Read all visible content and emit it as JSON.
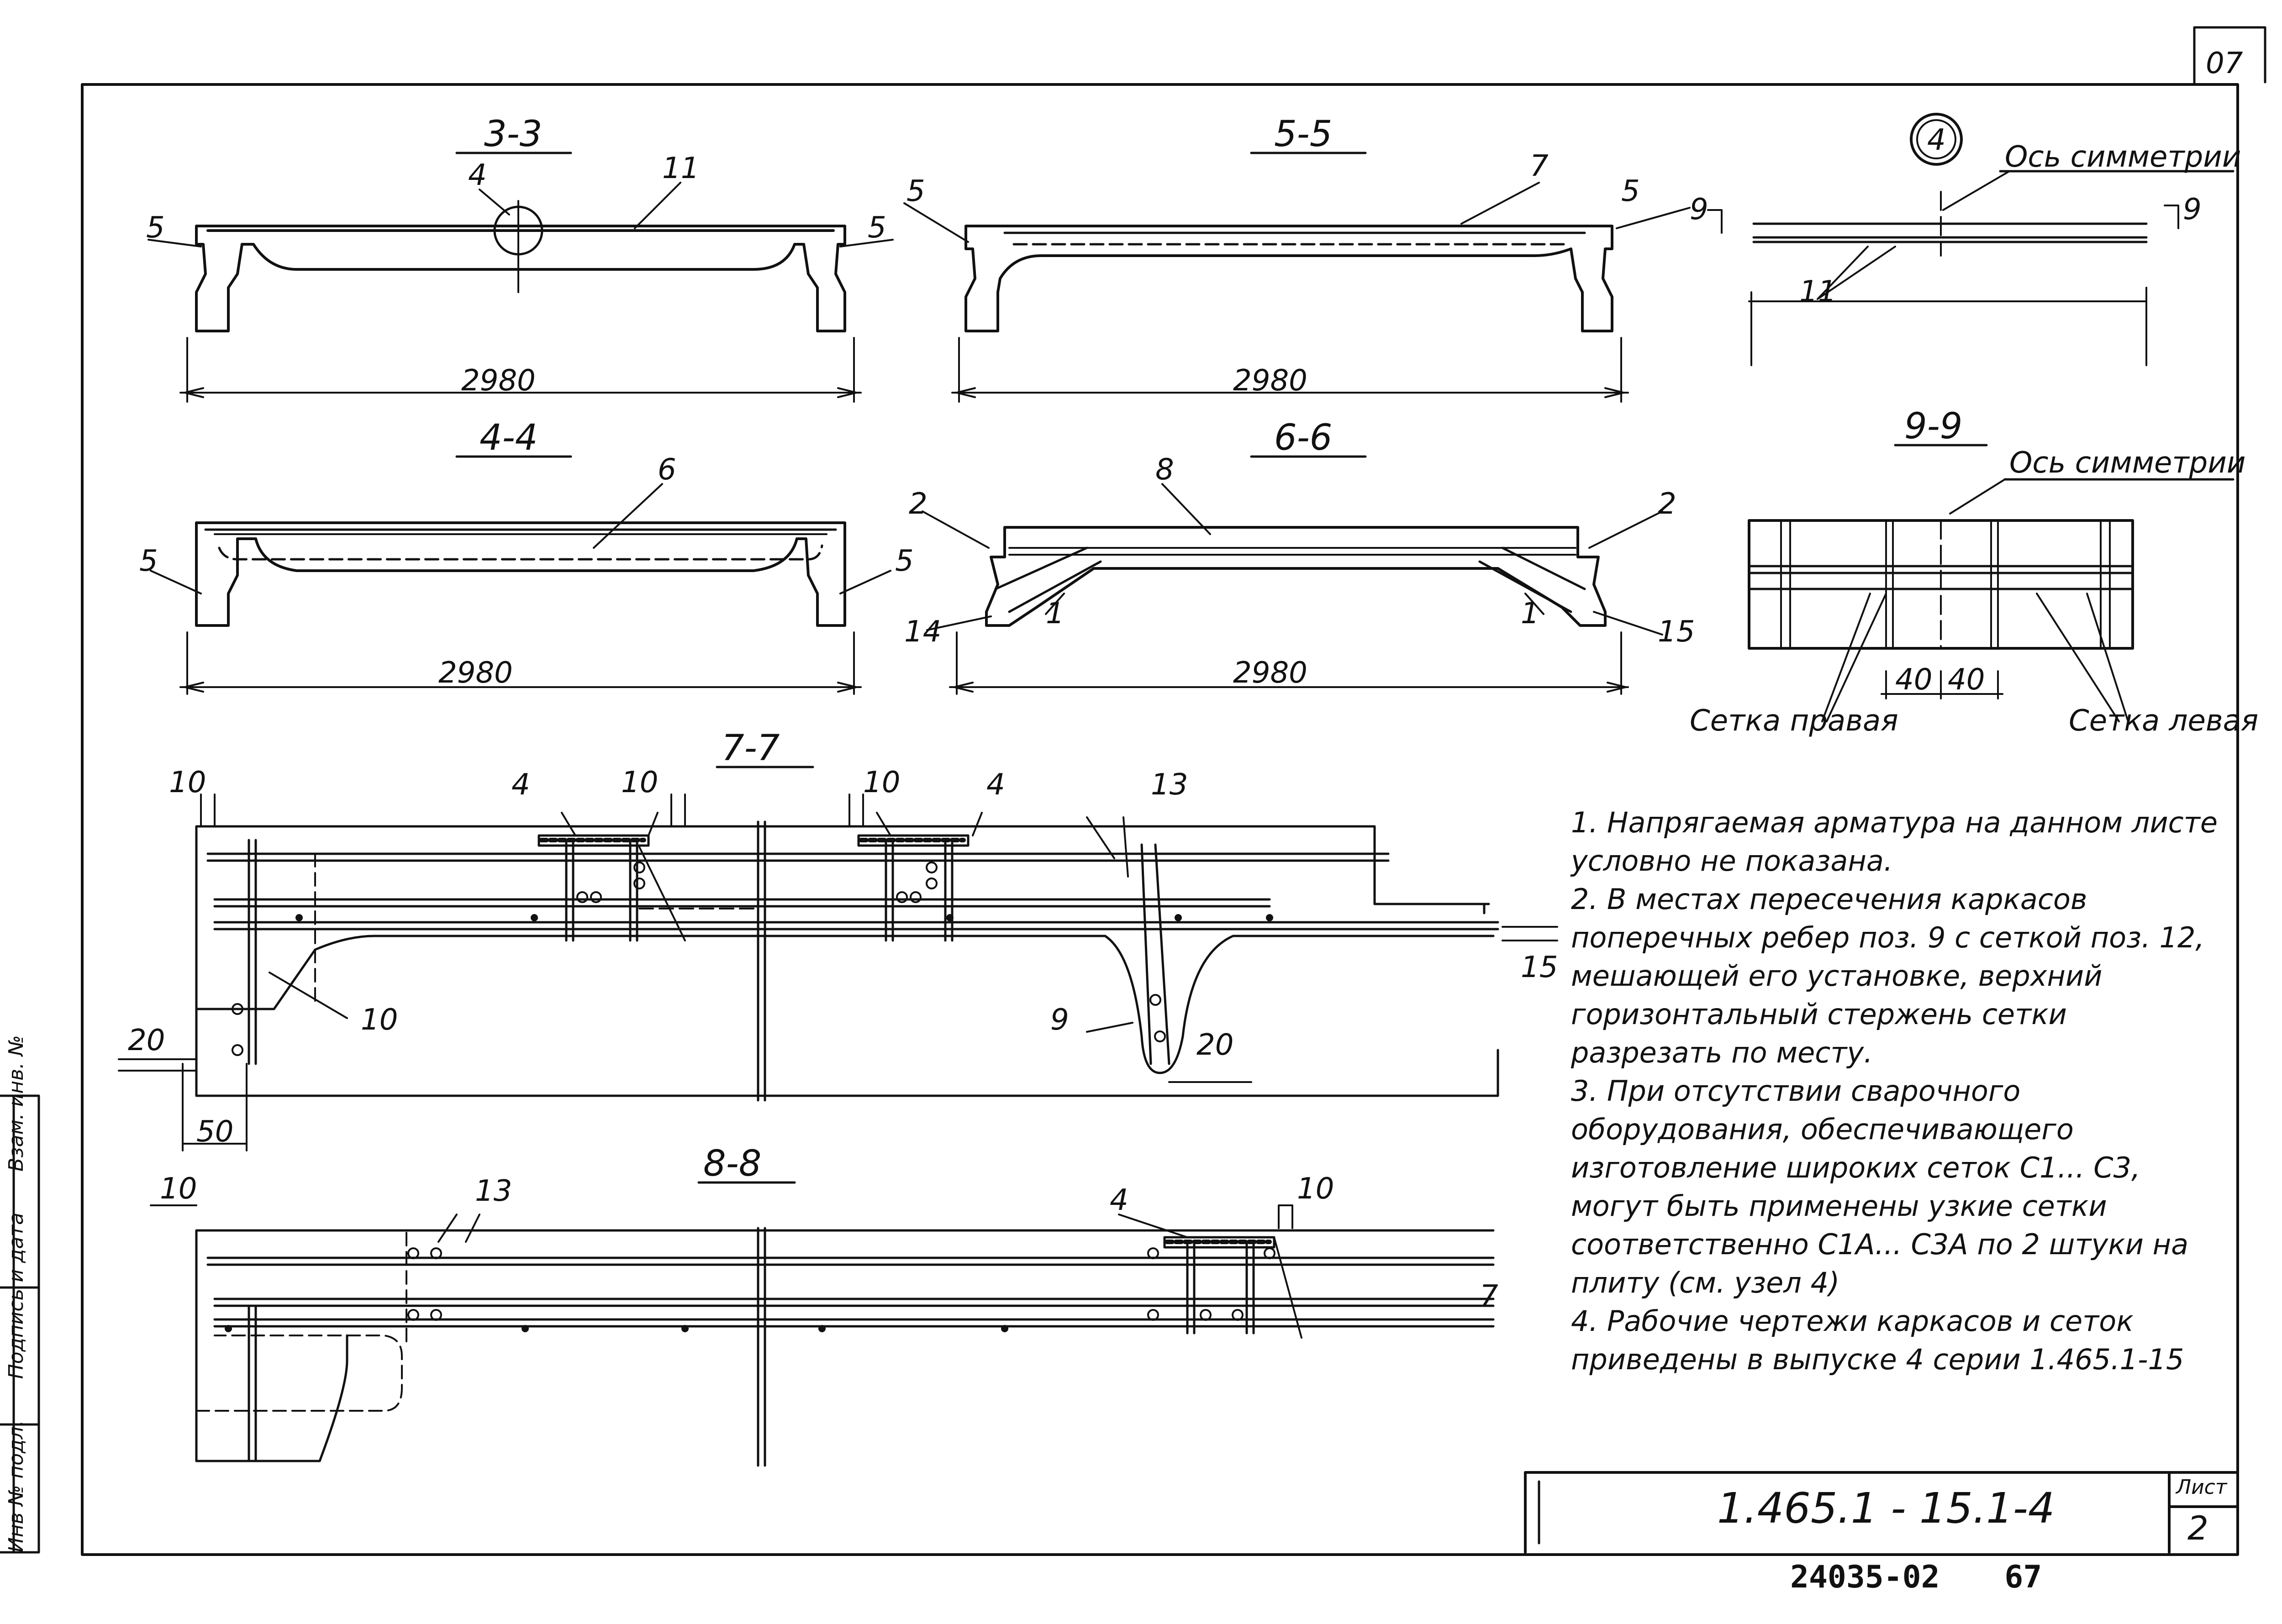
{
  "corner_mark": "07",
  "sections": {
    "s33": {
      "title": "3-3",
      "dim": "2980",
      "callouts": [
        "5",
        "4",
        "11",
        "5"
      ]
    },
    "s55": {
      "title": "5-5",
      "dim": "2980",
      "callouts": [
        "5",
        "7",
        "5"
      ]
    },
    "s44": {
      "title": "4-4",
      "dim": "2980",
      "callouts": [
        "5",
        "6",
        "5"
      ]
    },
    "s66": {
      "title": "6-6",
      "dim": "2980",
      "callouts": [
        "2",
        "8",
        "2",
        "14",
        "1",
        "1",
        "15"
      ]
    },
    "node4": {
      "number": "4",
      "axis_label": "Ось симметрии",
      "cut_left": "9",
      "cut_right": "9",
      "callout": "11"
    },
    "s99": {
      "title": "9-9",
      "axis_label": "Ось симметрии",
      "dim_left": "40",
      "dim_right": "40",
      "mesh_right_label": "Сетка правая",
      "mesh_left_label": "Сетка левая"
    },
    "s77": {
      "title": "7-7",
      "dims": [
        "10",
        "10",
        "10",
        "20",
        "50",
        "20",
        "15"
      ],
      "callouts": [
        "4",
        "4",
        "13",
        "10",
        "9"
      ]
    },
    "s88": {
      "title": "8-8",
      "dims": [
        "10",
        "10"
      ],
      "callouts": [
        "13",
        "4",
        "7"
      ]
    }
  },
  "notes": [
    "1. Напрягаемая арматура на данном листе",
    "условно не показана.",
    "2. В местах пересечения каркасов поперечных ребер поз. 9 с сеткой поз. 12, мешающей его установке, верхний горизонтальный стержень сетки разрезать по месту.",
    "3. При отсутствии сварочного оборудования, обеспечивающего изготовление широких сеток С1... С3, могут быть применены узкие сетки соответственно С1А... С3А по 2 штуки на плиту (см. узел 4)",
    "4. Рабочие чертежи каркасов и сеток приведены в выпуске 4 серии 1.465.1-15"
  ],
  "title_block": {
    "code": "1.465.1 - 15.1-4",
    "sheet_label": "Лист",
    "sheet_number": "2"
  },
  "footer": {
    "order_number": "24035-02",
    "page": "67"
  },
  "side_stamp": {
    "fields": [
      "Инв № подл.",
      "Подпись и дата",
      "Взам. инв. №"
    ]
  }
}
